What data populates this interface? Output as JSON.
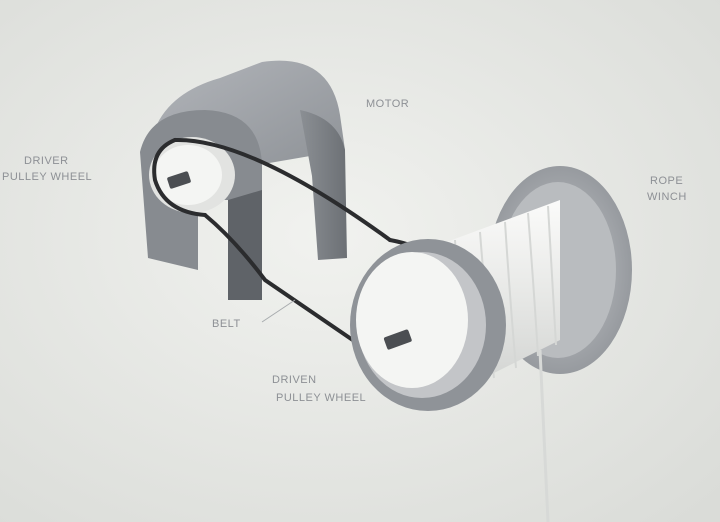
{
  "diagram": {
    "labels": {
      "motor": "MOTOR",
      "driver_line1": "DRIVER",
      "driver_line2": "PULLEY WHEEL",
      "rope_line1": "ROPE",
      "rope_line2": "WINCH",
      "belt": "BELT",
      "driven_line1": "DRIVEN",
      "driven_line2": "PULLEY WHEEL"
    },
    "colors": {
      "background": "#e9ebe8",
      "motor_face": "#8a8e94",
      "motor_top": "#a4a8ad",
      "pulley_face": "#f4f5f3",
      "belt": "#2b2c2e",
      "label": "#8d9095"
    }
  }
}
